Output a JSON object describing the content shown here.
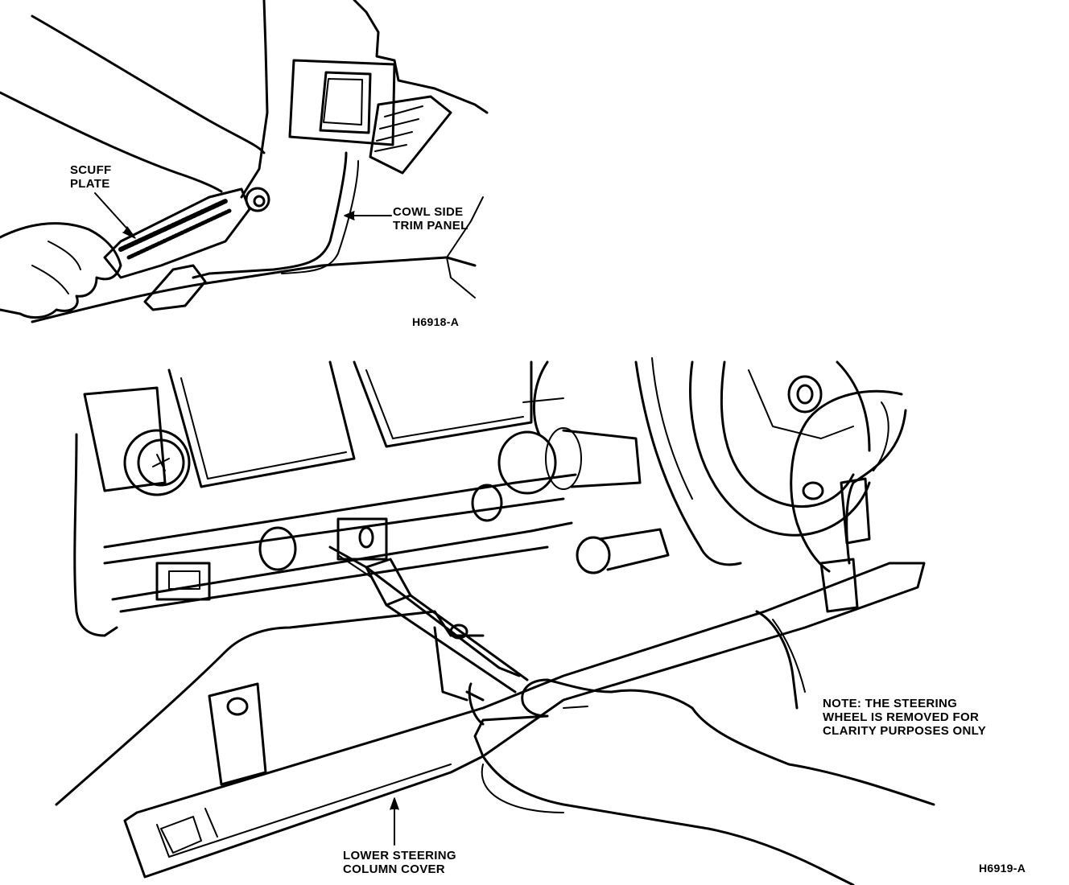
{
  "figure_top": {
    "callouts": {
      "scuff_plate": [
        "SCUFF",
        "PLATE"
      ],
      "cowl_side_trim_panel": [
        "COWL SIDE",
        "TRIM PANEL"
      ]
    },
    "figure_id": "H6918-A"
  },
  "figure_bottom": {
    "callouts": {
      "lower_steering_column_cover": [
        "LOWER STEERING",
        "COLUMN COVER"
      ]
    },
    "note": [
      "NOTE: THE STEERING",
      "WHEEL IS REMOVED FOR",
      "CLARITY PURPOSES ONLY"
    ],
    "figure_id": "H6919-A"
  },
  "colors": {
    "ink": "#000000",
    "paper": "#ffffff"
  }
}
